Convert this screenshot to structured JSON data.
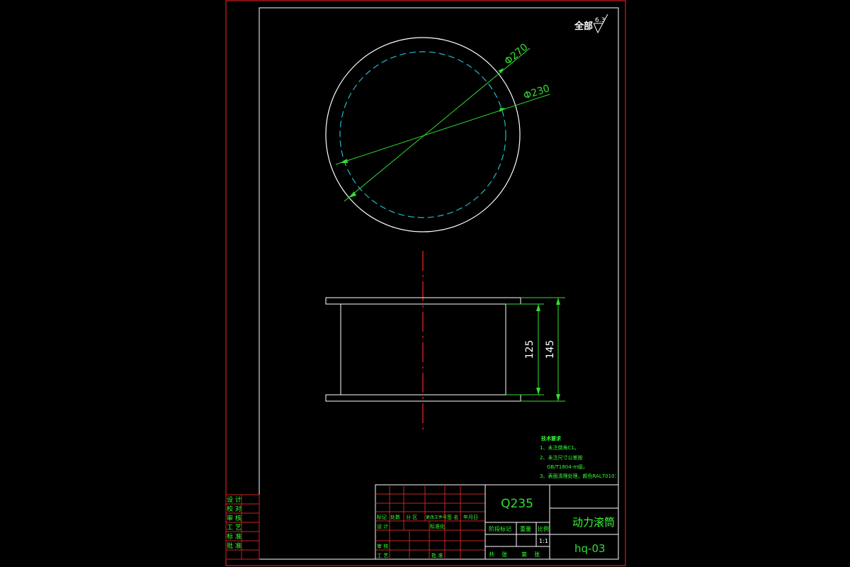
{
  "colors": {
    "background": "#000000",
    "frame": "#ff2222",
    "geometry": "#ffffff",
    "dimension": "#33dd33",
    "hidden": "#22bbcc",
    "centerline": "#ff2222",
    "text_green": "#33ff33",
    "title_grid": "#cc2222"
  },
  "surface_finish": {
    "label": "全部",
    "value": "6.3"
  },
  "dimensions": {
    "outer_diameter": "Φ270",
    "inner_diameter": "Φ230",
    "inner_height": "125",
    "outer_height": "145"
  },
  "tech_requirements": {
    "heading": "技术要求",
    "items": [
      "1、未注倒角C1。",
      "2、未注尺寸公差按",
      "GB/T1804-m级。",
      "3、表面清理处理，颜色RAL7010："
    ]
  },
  "left_strip": [
    "设 计",
    "校 对",
    "审 核",
    "工 艺",
    "标 准",
    "批 准"
  ],
  "title_block": {
    "material": "Q235",
    "part_name": "动力滚筒",
    "drawing_no": "hq-03",
    "header_row": [
      "标记",
      "处数",
      "分 区",
      "更改文件号",
      "签 名",
      "年月日"
    ],
    "row_design": "设 计",
    "row_std": "标准化",
    "row_review": "审 核",
    "row_process": "工 艺",
    "row_approve": "批 准",
    "stage_mark": "阶段标记",
    "weight": "重量",
    "scale_label": "比例",
    "scale_value": "1:1",
    "sheets_total": "共    张",
    "sheet_no": "第    张"
  }
}
